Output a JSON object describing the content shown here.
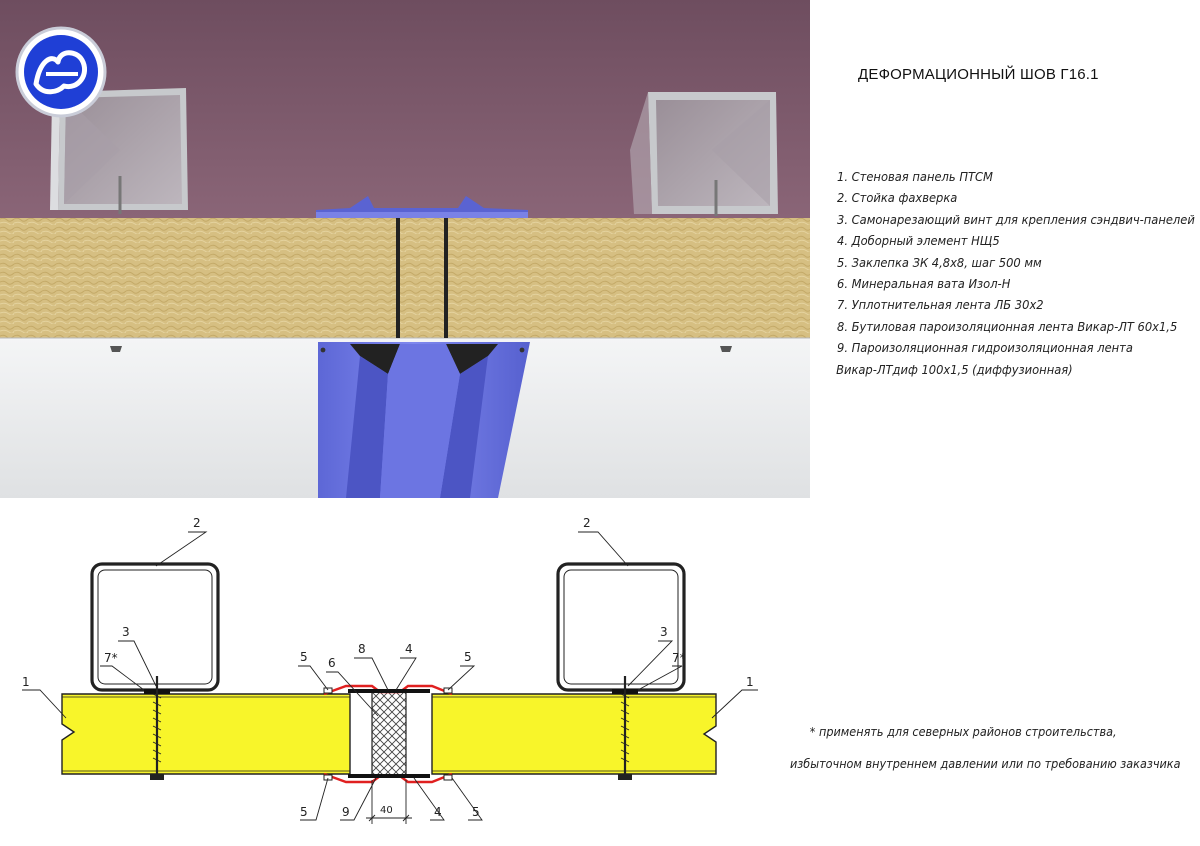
{
  "title": "ДЕФОРМАЦИОННЫЙ ШОВ Г16.1",
  "legend": [
    "1. Стеновая панель ПТСМ",
    "2. Стойка фахверка",
    "3. Самонарезающий винт для крепления сэндвич-панелей",
    "4. Доборный элемент НЩ5",
    "5. Заклепка ЗК 4,8х8, шаг 500 мм",
    "6. Минеральная вата Изол-Н",
    "7. Уплотнительная лента ЛБ 30х2",
    "8. Бутиловая пароизоляционная лента Викар-ЛТ 60х1,5",
    "9. Пароизоляционная гидроизоляционная лента",
    "Викар-ЛТдиф 100х1,5 (диффузионная)"
  ],
  "note": [
    "* применять для  северных районов строительства,",
    "избыточном внутреннем давлении или по требованию заказчика"
  ],
  "callouts": {
    "c1_left": "1",
    "c1_right": "1",
    "c2_left": "2",
    "c2_right": "2",
    "c3_left": "3",
    "c3_right": "3",
    "c7_left": "7*",
    "c7_right": "7*",
    "c5_tl": "5",
    "c6": "6",
    "c8": "8",
    "c4_top": "4",
    "c5_tr": "5",
    "c5_bl": "5",
    "c9": "9",
    "c4_bot": "4",
    "c5_br": "5",
    "dim": "40"
  },
  "colors": {
    "sky": "#7d5a6c",
    "insulation": "#d8c184",
    "panel_white": "#eceeef",
    "profile_blue": "#6b74e0",
    "drawing_yellow": "#f8f52a",
    "red_profile": "#e02020",
    "logo_blue": "#1f3fd6"
  },
  "logo": {
    "icon": "company-logo-icon"
  }
}
